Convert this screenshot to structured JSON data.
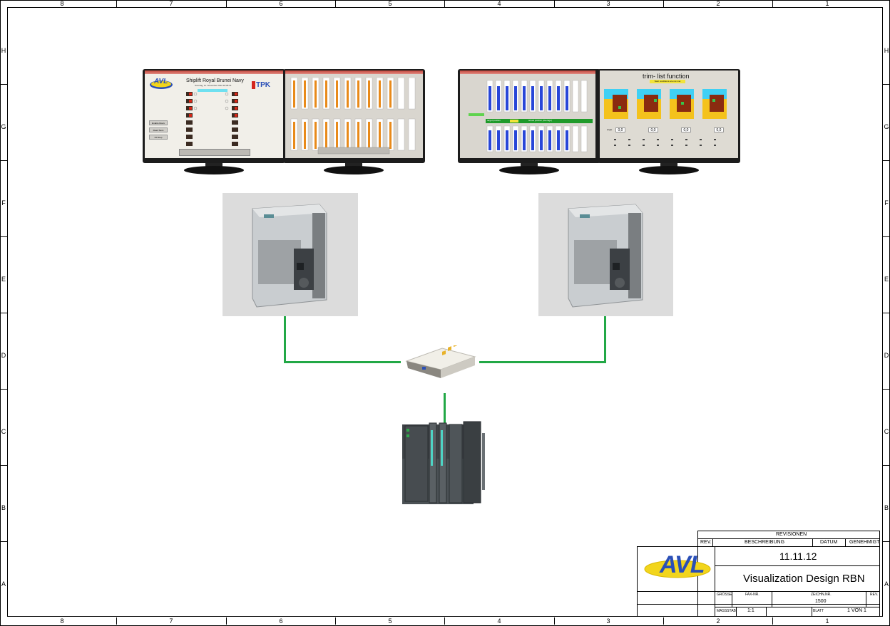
{
  "border": {
    "columns": [
      "8",
      "7",
      "6",
      "5",
      "4",
      "3",
      "2",
      "1"
    ],
    "rows": [
      "H",
      "G",
      "F",
      "E",
      "D",
      "C",
      "B",
      "A"
    ]
  },
  "screens": {
    "shiplift": {
      "title": "Shiplift Royal Brunei Navy",
      "date": "Sonntag, 11. November 2012 18:05:31",
      "logo_left": "AVL",
      "logo_right": "TPK",
      "buttons": [
        "Enable Rows",
        "Read Sens",
        "INI Step"
      ]
    },
    "trim": {
      "title": "trim- list function",
      "status": "Start conditions are not met",
      "angle_label": "angle",
      "angle_value": "0,0",
      "target_label": "target position",
      "actual_label": "actual position (average)",
      "unit": "mm"
    }
  },
  "titleblock": {
    "revisions_header": "REVISIONEN",
    "rev_label": "REV.",
    "beschreibung_label": "BESCHREIBUNG",
    "datum_label": "DATUM",
    "genehmigt_label": "GENEHMIGT",
    "date": "11.11.12",
    "title": "Visualization Design RBN",
    "logo": "AVL",
    "groesse_label": "GRÖSSE",
    "fax_label": "FAX-NR.",
    "zeichn_label": "ZEICHN.NR.",
    "rev2_label": "REV.",
    "zeichn_value": "1500",
    "massstab_label": "MASSSTAB",
    "massstab_value": "1:1",
    "blatt_label": "BLATT",
    "blatt_value": "1 VON 1"
  },
  "colors": {
    "wire": "#22a846",
    "orange_bar": "#e88a1a",
    "blue_bar": "#2846d8",
    "logo_yellow": "#f2d51c",
    "logo_blue": "#2a4fb7"
  }
}
